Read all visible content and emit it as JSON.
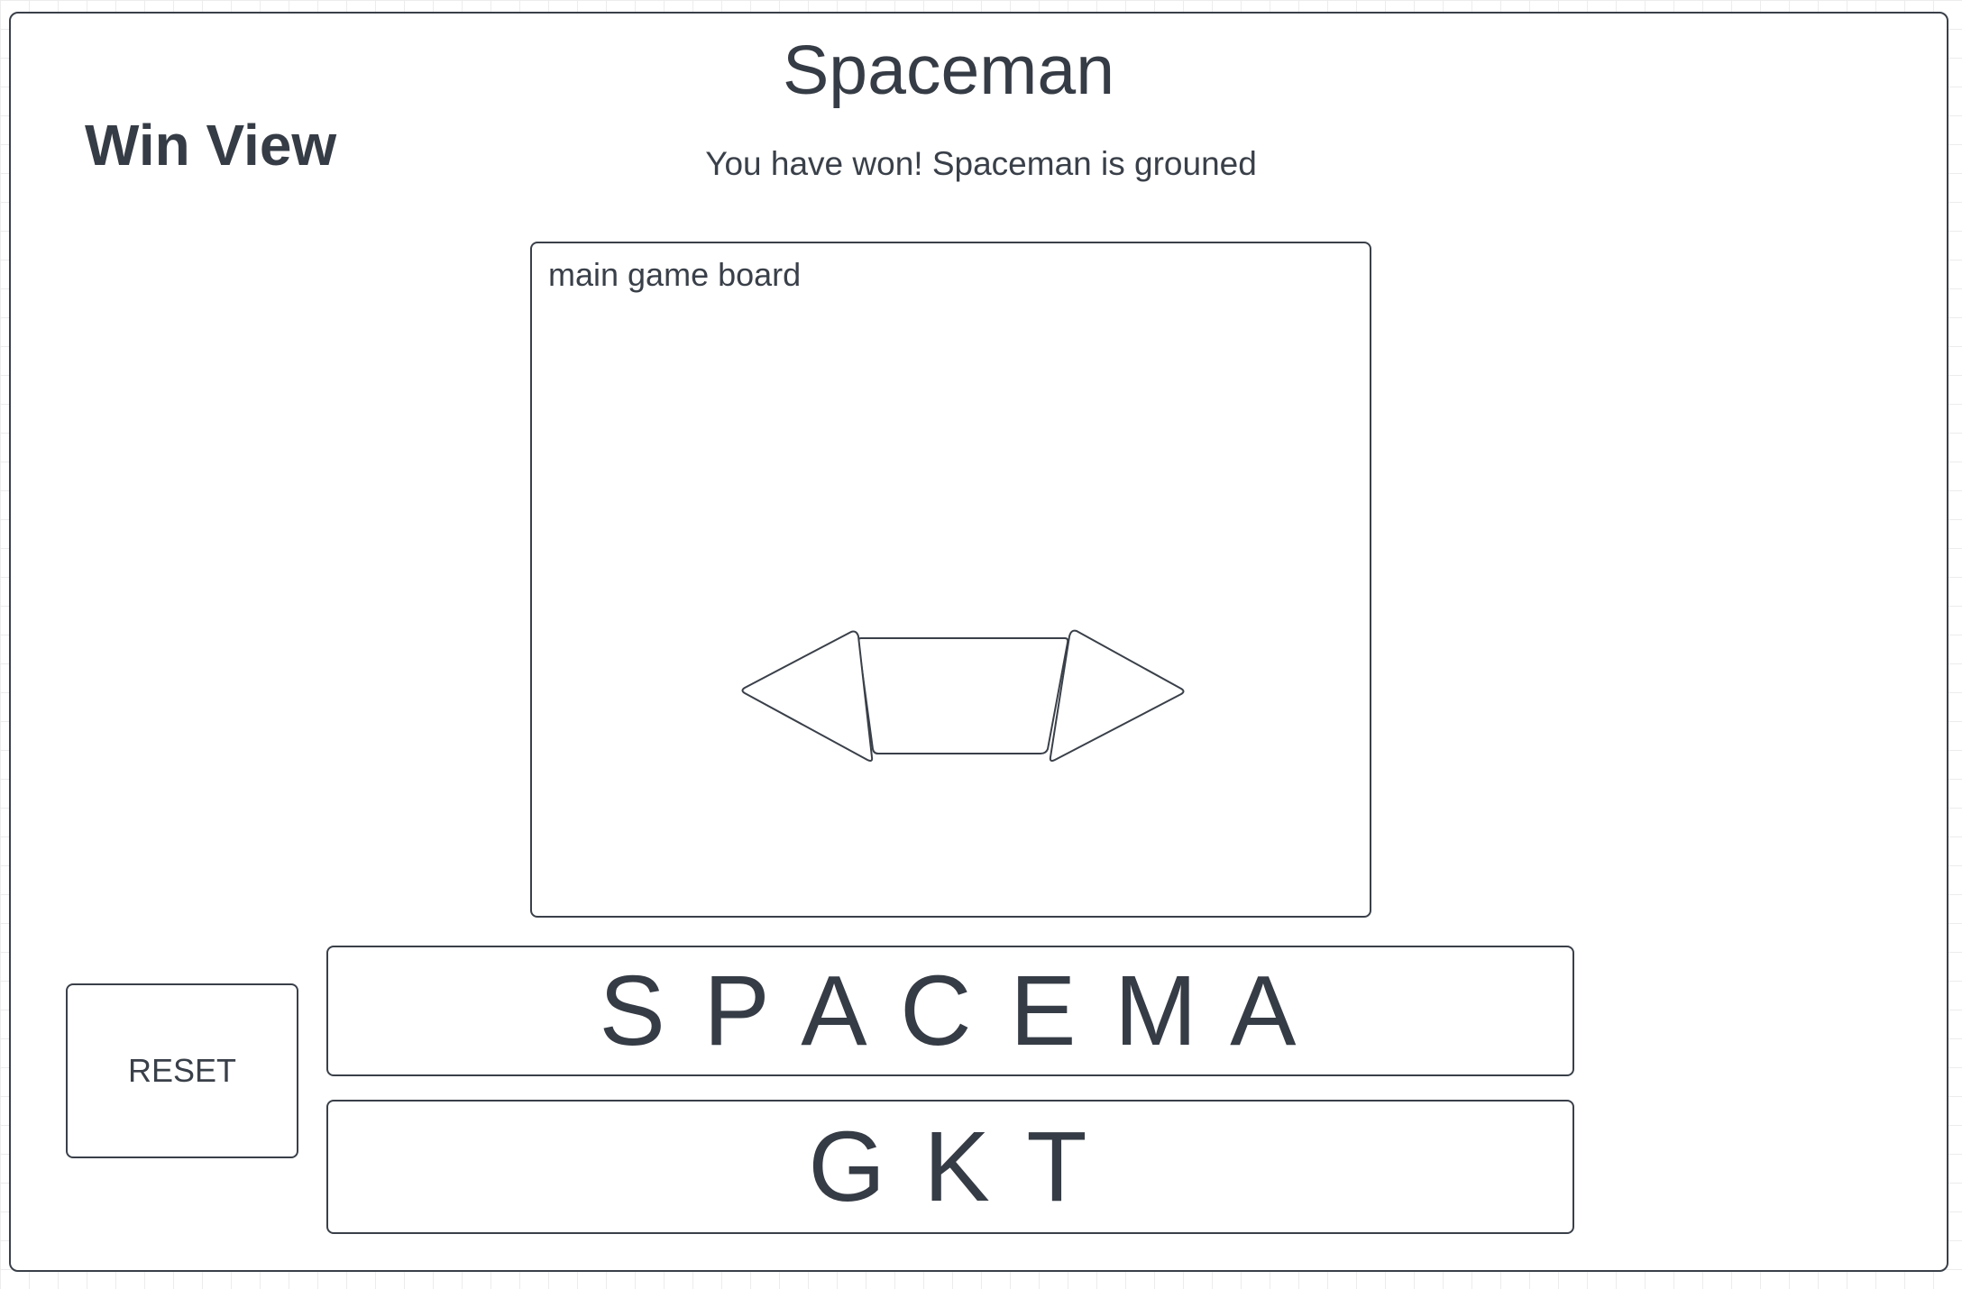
{
  "header": {
    "view_label": "Win View",
    "title": "Spaceman",
    "status_message": "You have won! Spaceman is grouned"
  },
  "board": {
    "label": "main game board",
    "ship_icon": "spaceship-icon"
  },
  "controls": {
    "reset_label": "RESET"
  },
  "word_display": {
    "letters": "S P A C E M A"
  },
  "guessed_letters": {
    "letters": "G K T"
  },
  "colors": {
    "outline": "#3a4049",
    "text": "#363c45",
    "background": "#ffffff",
    "grid": "#ececec"
  }
}
